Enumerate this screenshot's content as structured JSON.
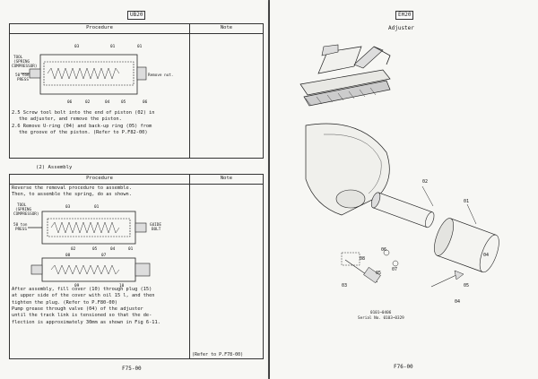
{
  "left_page": {
    "section_tag": "UB20",
    "folio": "F75-00",
    "table_disassembly": {
      "header_procedure": "Procedure",
      "header_note": "Note",
      "figure": {
        "labels": [
          "TOOL",
          "(SPRING",
          "COMPRESSOR)",
          "50 ton",
          "PRESS",
          "Remove nut."
        ],
        "callouts_top": [
          "03",
          "01",
          "01"
        ],
        "callouts_bottom": [
          "06",
          "02",
          "04",
          "05",
          "06"
        ]
      },
      "steps": [
        "2.5 Screw tool bolt into the end of piston (02) in",
        "    the adjuster, and remove the piston.",
        "2.6 Remove U-ring (04) and back-up ring (05) from",
        "    the groove of the piston. (Refer to P.F82-00)"
      ]
    },
    "assembly_heading": "(2) Assembly",
    "table_assembly": {
      "header_procedure": "Procedure",
      "header_note": "Note",
      "intro": [
        "Reverse the removal procedure to assemble.",
        "Then, to assemble the spring, do as shown."
      ],
      "figure1": {
        "labels": [
          "TOOL",
          "(SPRING",
          "COMPRESSOR)",
          "50 ton",
          "PRESS",
          "GUIDE",
          "BOLT"
        ],
        "callouts": [
          "03",
          "01",
          "02",
          "05",
          "04",
          "01"
        ]
      },
      "figure2": {
        "callouts": [
          "08",
          "07",
          "09",
          "10"
        ]
      },
      "after": [
        "After assembly, fill cover (10) through plug (15)",
        "at upper side of the cover with oil 15 l, and then",
        "tighten the plug. (Refer to P.F80-00)",
        "Pump grease through valve (04) of the adjuster",
        "until the track link is tensioned so that the de-",
        "flection is approximately 30mm as shown in Fig 6-11."
      ],
      "note_ref": "(Refer to P.F78-00)"
    }
  },
  "right_page": {
    "section_tag": "EH20",
    "title": "Adjuster",
    "folio": "F76-00",
    "callouts": [
      "02",
      "01",
      "04",
      "06",
      "08",
      "07",
      "05",
      "03",
      "05",
      "04"
    ],
    "serial_lines": [
      "0101~0406",
      "Serial No. 0103~0329"
    ]
  }
}
